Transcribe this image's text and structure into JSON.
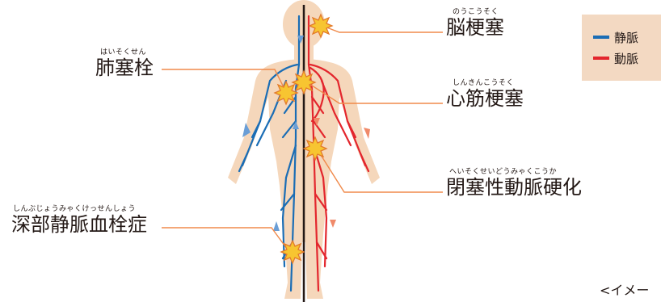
{
  "colors": {
    "vein": "#1a6db5",
    "artery": "#e3262d",
    "body": "#f5d7bb",
    "leader": "#f08a4b",
    "burst_fill": "#f7c531",
    "burst_stroke": "#e37a2a",
    "legend_bg": "#f3d9c2",
    "up_arrow": "#6a9ed6",
    "down_arrow": "#f08a6a"
  },
  "labels": {
    "stroke": {
      "ruby": "のうこうそく",
      "term": "脳梗塞"
    },
    "pulmonary": {
      "ruby": "はいそくせん",
      "term": "肺塞栓"
    },
    "myocardial": {
      "ruby": "しんきんこうそく",
      "term": "心筋梗塞"
    },
    "peripheral": {
      "ruby": "へいそくせいどうみゃくこうか",
      "term": "閉塞性動脈硬化"
    },
    "dvt": {
      "ruby": "しんぶじょうみゃくけっせんしょう",
      "term": "深部静脈血栓症"
    }
  },
  "legend": {
    "vein": {
      "label": "静脈",
      "icon": "blue-line"
    },
    "artery": {
      "label": "動脈",
      "icon": "red-line"
    }
  },
  "note": "<イメー"
}
